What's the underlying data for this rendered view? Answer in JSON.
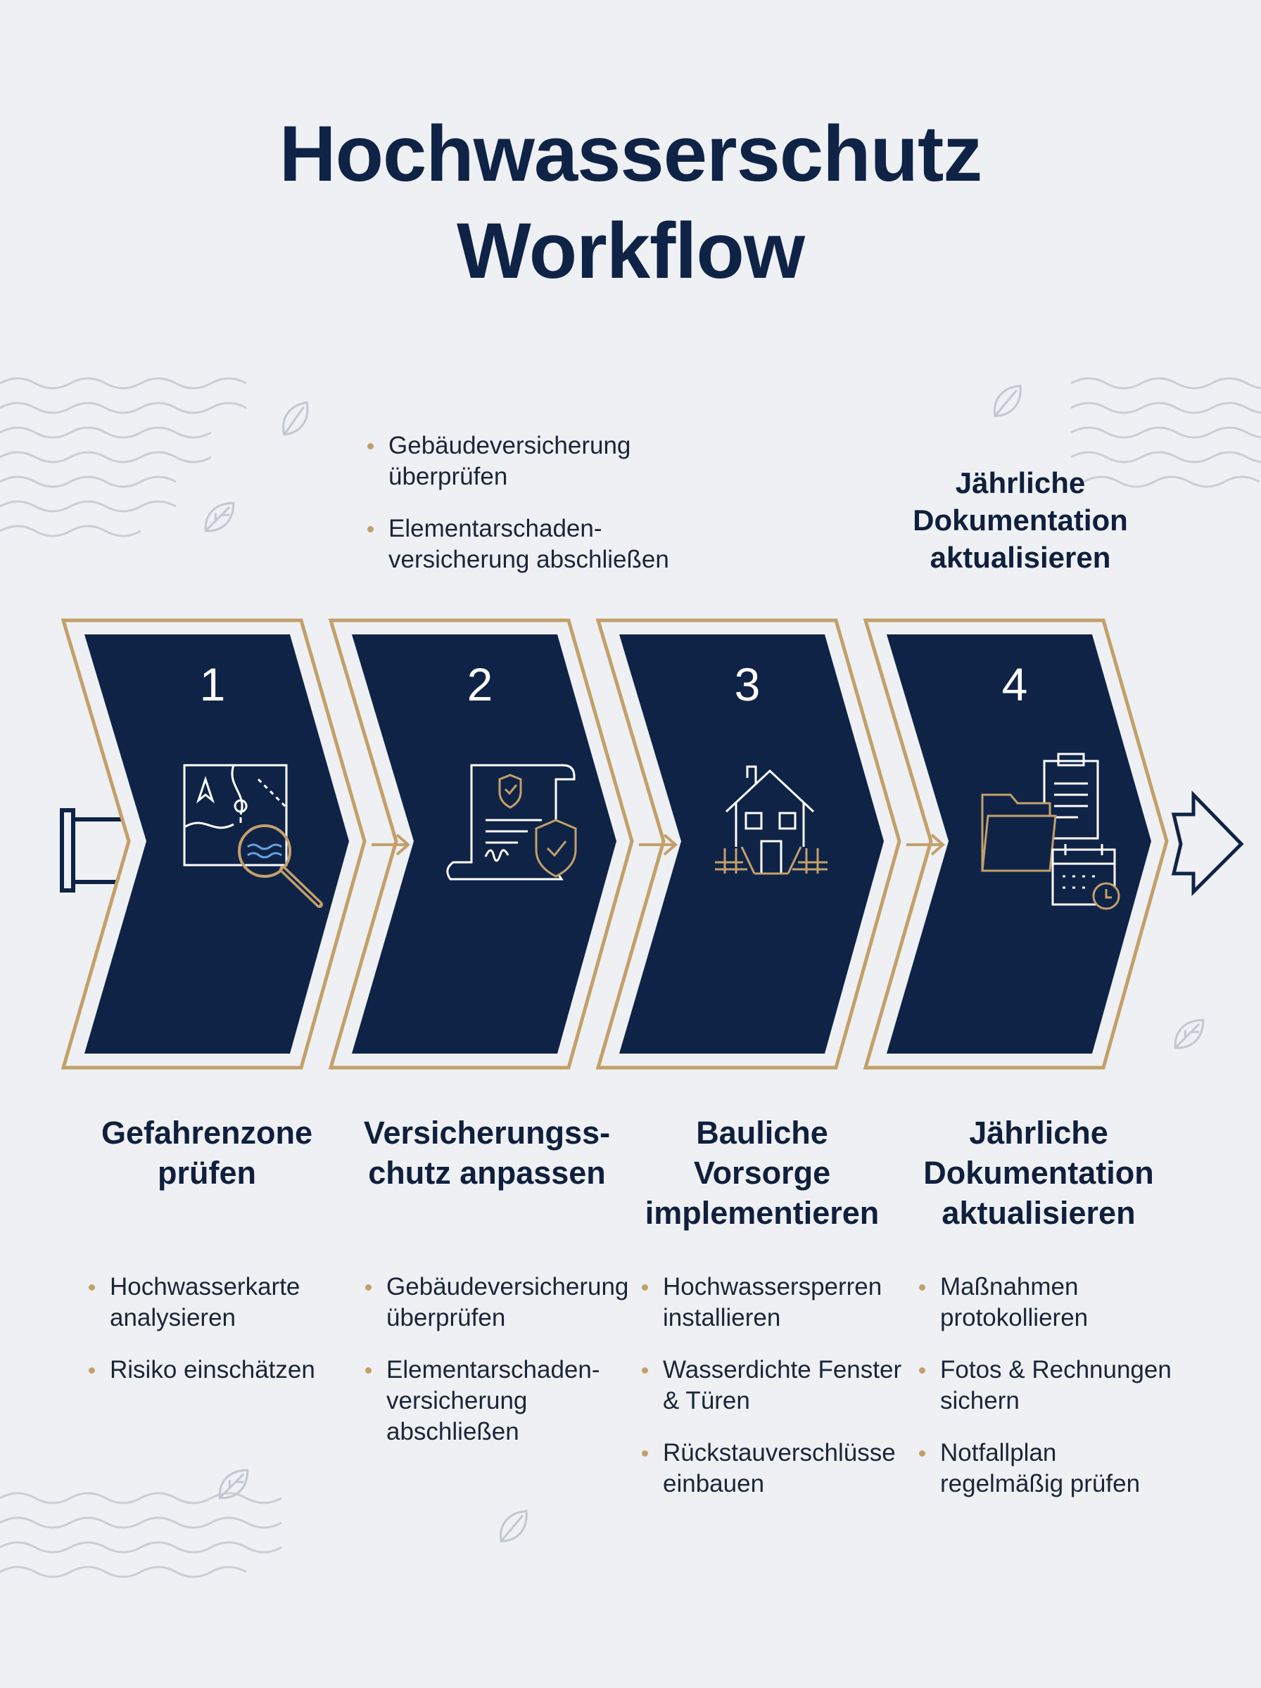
{
  "title": {
    "line1": "Hochwasserschutz",
    "line2": "Workflow"
  },
  "top_annotation": {
    "bullets": [
      "Gebäudeversicherung überprüfen",
      "Elementarschaden-versicherung abschließen"
    ]
  },
  "top_heading": {
    "lines": [
      "Jährliche",
      "Dokumentation",
      "aktualisieren"
    ]
  },
  "colors": {
    "navy": "#0f2347",
    "gold": "#c3a06a",
    "background": "#eef0f3",
    "text": "#1c2538"
  },
  "steps": [
    {
      "number": "1",
      "icon": "flood-map-search-icon",
      "heading_lines": [
        "Gefahrenzone",
        "prüfen"
      ],
      "bullets": [
        "Hochwasserkarte analysieren",
        "Risiko einschätzen"
      ]
    },
    {
      "number": "2",
      "icon": "insurance-document-shield-icon",
      "heading_lines": [
        "Versicherungss-",
        "chutz anpassen"
      ],
      "bullets": [
        "Gebäudeversicherung überprüfen",
        "Elementarschaden-versicherung abschließen"
      ]
    },
    {
      "number": "3",
      "icon": "house-flood-barrier-icon",
      "heading_lines": [
        "Bauliche",
        "Vorsorge",
        "implementieren"
      ],
      "bullets": [
        "Hochwassersperren installieren",
        "Wasserdichte Fenster & Türen",
        "Rückstauverschlüsse einbauen"
      ]
    },
    {
      "number": "4",
      "icon": "documents-calendar-icon",
      "heading_lines": [
        "Jährliche",
        "Dokumentation",
        "aktualisieren"
      ],
      "bullets": [
        "Maßnahmen protokollieren",
        "Fotos & Rechnungen sichern",
        "Notfallplan regelmäßig prüfen"
      ]
    }
  ]
}
